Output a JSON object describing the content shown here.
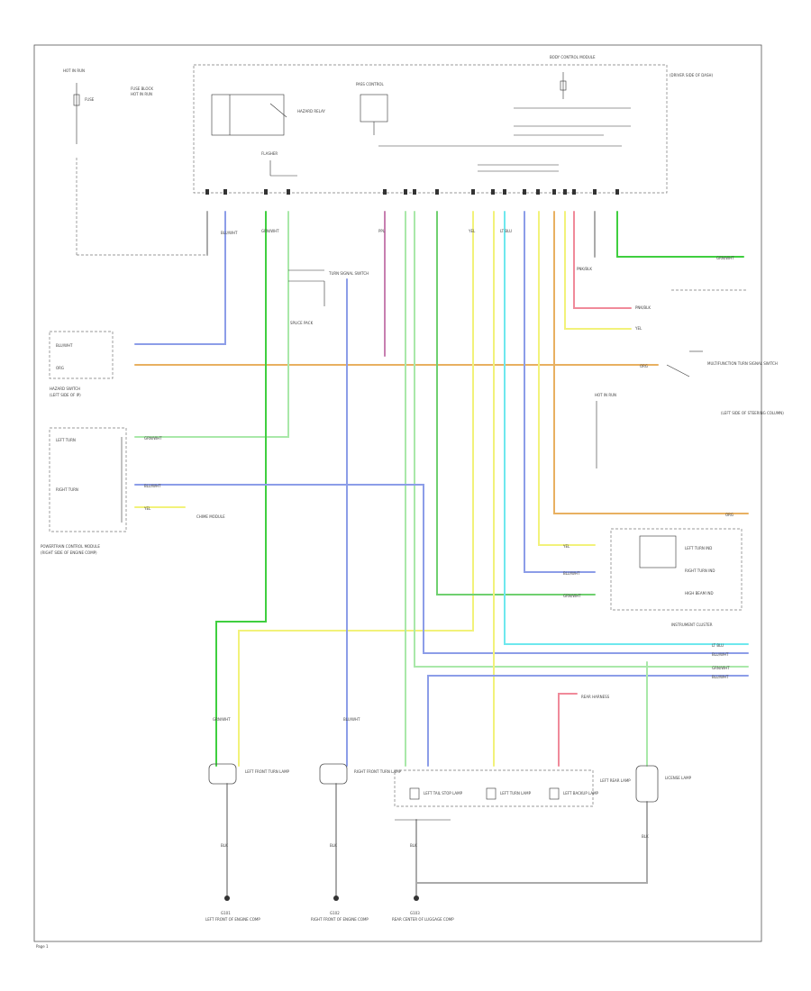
{
  "diagram": {
    "colors": {
      "blue": "#8c9de8",
      "green": "#6fd06f",
      "brightgreen": "#3fcf3f",
      "lightgreen": "#a9e8a9",
      "yellow": "#f2f27a",
      "orange": "#e8b061",
      "cyan": "#6ee8ee",
      "pink": "#f08a9a",
      "purple": "#c77fb0",
      "black": "#aaaaaa"
    },
    "labels": {
      "page_number": "Page 1",
      "hot_in_run": "HOT IN RUN",
      "fuse_block_box": "FUSE BLOCK",
      "fuse_label": "FUSE",
      "bcm_title": "BODY CONTROL MODULE",
      "bcm_sub": "(DRIVER SIDE OF DASH)",
      "sensor_title": "PASS CONTROL",
      "hazard_relay": "HAZARD RELAY",
      "flasher_label": "FLASHER",
      "switch_label": "TURN SIGNAL SWITCH",
      "hazard_switch": "HAZARD SWITCH",
      "hazard_switch_sub": "(LEFT SIDE OF IP)",
      "multifunction": "MULTIFUNCTION TURN SIGNAL SWITCH",
      "multifunction_sub": "(LEFT SIDE OF STEERING COLUMN)",
      "turn_left": "LEFT TURN",
      "turn_right": "RIGHT TURN",
      "powertrain": "POWERTRAIN CONTROL MODULE",
      "powertrain_sub": "(RIGHT SIDE OF ENGINE COMP)",
      "chime_module": "CHIME MODULE",
      "ground_g101": "G101",
      "ground_g102": "G102",
      "ground_g103": "G103",
      "g101_loc": "LEFT FRONT OF ENGINE COMP",
      "g102_loc": "RIGHT FRONT OF ENGINE COMP",
      "g103_loc": "REAR CENTER OF LUGGAGE COMP",
      "lf_lamp": "LEFT FRONT TURN LAMP",
      "rf_lamp": "RIGHT FRONT TURN LAMP",
      "lr_tail": "LEFT TAIL STOP LAMP",
      "lr_turn": "LEFT TURN LAMP",
      "lr_backup": "LEFT BACKUP LAMP",
      "lr_group": "LEFT REAR LAMP",
      "license_lamp": "LICENSE LAMP",
      "instrument_cluster": "INSTRUMENT CLUSTER",
      "cluster_left": "LEFT TURN IND",
      "cluster_right": "RIGHT TURN IND",
      "cluster_high": "HIGH BEAM IND",
      "rear_harness": "REAR HARNESS",
      "splice_label": "SPLICE PACK",
      "w_blu": "BLU/WHT",
      "w_grn": "GRN/WHT",
      "w_yel": "YEL",
      "w_org": "ORG",
      "w_blk": "BLK",
      "w_pnk": "PNK/BLK",
      "w_cyn": "LT BLU",
      "w_ppl": "PPL"
    }
  }
}
